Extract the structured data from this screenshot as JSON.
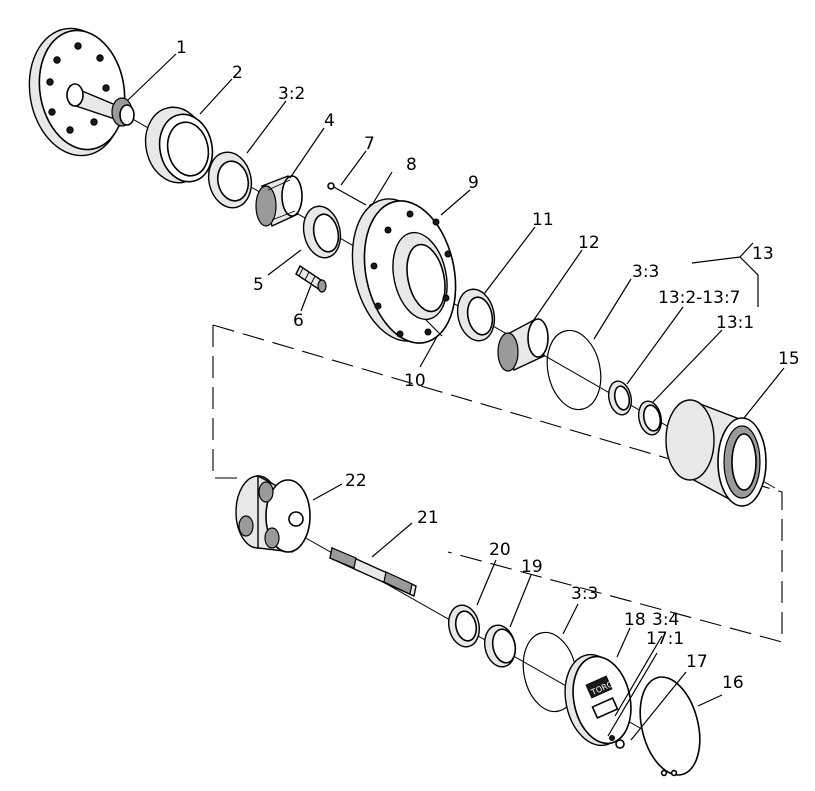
{
  "callouts": {
    "c1": "1",
    "c2": "2",
    "c3_2": "3:2",
    "c4": "4",
    "c5": "5",
    "c6": "6",
    "c7": "7",
    "c8": "8",
    "c9": "9",
    "c10": "10",
    "c11": "11",
    "c12": "12",
    "c3_3a": "3:3",
    "c13": "13",
    "c13_2_7": "13:2-13:7",
    "c13_1": "13:1",
    "c15": "15",
    "c22": "22",
    "c21": "21",
    "c20": "20",
    "c19": "19",
    "c3_3b": "3:3",
    "c18": "18",
    "c3_4": "3:4",
    "c17_1": "17:1",
    "c17": "17",
    "c16": "16"
  },
  "cover_logo": "TORO"
}
